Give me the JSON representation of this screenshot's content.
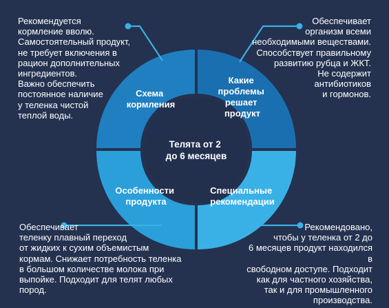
{
  "center": {
    "line1": "Телята от 2",
    "line2": "до 6 месяцев"
  },
  "segments": {
    "top_left": {
      "line1": "Схема",
      "line2": "кормления",
      "line3": ""
    },
    "top_right": {
      "line1": "Какие",
      "line2": "проблемы",
      "line3": "решает",
      "line4": "продукт"
    },
    "bottom_left": {
      "line1": "Особенности",
      "line2": "продукта"
    },
    "bottom_right": {
      "line1": "Специальные",
      "line2": "рекомендации"
    }
  },
  "notes": {
    "top_left": "Рекомендуется\nкормление вволю.\nСамостоятельный продукт,\nне требует включения в\nрацион дополнительных\nингредиентов.\nВажно обеспечить\nпостоянное наличие\nу теленка чистой\nтеплой воды.",
    "top_right": "Обеспечивает\nорганизм всеми\nнеобходимыми веществами.\nСпособствует правильному\nразвитию рубца и ЖКТ.\nНе содержит\nантибиотиков\nи гормонов.",
    "bottom_left": "Обеспечивает\nтеленку плавный переход\nот жидких к сухим объемистым\nкормам. Снижает потребность теленка\nв большом количестве молока при\nвыпойке. Подходит для телят любых\nпород.",
    "bottom_right": "Рекомендовано,\nчтобы у теленка от 2 до\n6 месяцев продукт находился в\nсвободном доступе. Подходит\nкак для частного хозяйства,\nтак и для промышленного\nпроизводства."
  },
  "colors": {
    "background": "#24314f",
    "segment_top_left": "#1f7fc0",
    "segment_top_right": "#1a6fb0",
    "segment_bottom_left": "#2a9fd9",
    "segment_bottom_right": "#3ab1e6",
    "center": "#22304e",
    "connector": "#3ab1e6"
  }
}
